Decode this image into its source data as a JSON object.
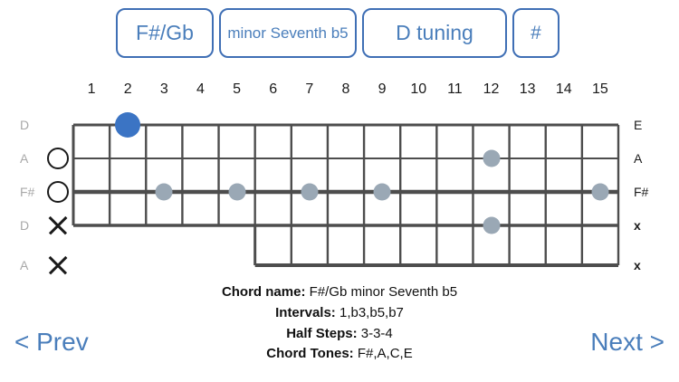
{
  "selector": {
    "root_note": "F#/Gb",
    "chord_type": "minor Seventh b5",
    "tuning": "D tuning",
    "accidental": "#"
  },
  "fretboard": {
    "fret_numbers": [
      "1",
      "2",
      "3",
      "4",
      "5",
      "6",
      "7",
      "8",
      "9",
      "10",
      "11",
      "12",
      "13",
      "14",
      "15"
    ],
    "left_string_labels": [
      "D",
      "A",
      "F#",
      "D",
      "A"
    ],
    "right_string_labels": [
      "E",
      "A",
      "F#",
      "x",
      "x"
    ],
    "open_mute_markers": [
      "",
      "O",
      "O",
      "X",
      "X"
    ],
    "markers": [
      {
        "string": 0,
        "fret": 2,
        "kind": "root"
      },
      {
        "string": 2,
        "fret": 3,
        "kind": "tone"
      },
      {
        "string": 2,
        "fret": 5,
        "kind": "tone"
      },
      {
        "string": 2,
        "fret": 7,
        "kind": "tone"
      },
      {
        "string": 2,
        "fret": 9,
        "kind": "tone"
      },
      {
        "string": 1,
        "fret": 12,
        "kind": "tone"
      },
      {
        "string": 3,
        "fret": 12,
        "kind": "tone"
      },
      {
        "string": 2,
        "fret": 15,
        "kind": "tone"
      }
    ],
    "root_color": "#3b74c4",
    "tone_color": "#9aa8b5"
  },
  "info": {
    "chord_name_label": "Chord name:",
    "chord_name_value": "F#/Gb minor Seventh b5",
    "intervals_label": "Intervals:",
    "intervals_value": "1,b3,b5,b7",
    "half_steps_label": "Half Steps:",
    "half_steps_value": "3-3-4",
    "chord_tones_label": "Chord Tones:",
    "chord_tones_value": "F#,A,C,E"
  },
  "nav": {
    "prev_label": "< Prev",
    "next_label": "Next >",
    "link_color": "#4a7ebb"
  }
}
